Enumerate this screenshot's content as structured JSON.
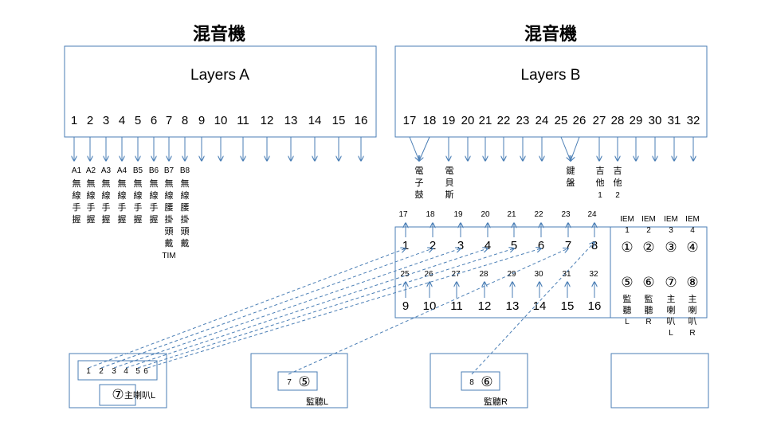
{
  "mixer_a": {
    "title": "混音機",
    "layer": "Layers A",
    "channels": [
      "1",
      "2",
      "3",
      "4",
      "5",
      "6",
      "7",
      "8",
      "9",
      "10",
      "11",
      "12",
      "13",
      "14",
      "15",
      "16"
    ],
    "outputs": [
      {
        "code": "A1",
        "lines": [
          "無",
          "線",
          "手",
          "握"
        ]
      },
      {
        "code": "A2",
        "lines": [
          "無",
          "線",
          "手",
          "握"
        ]
      },
      {
        "code": "A3",
        "lines": [
          "無",
          "線",
          "手",
          "握"
        ]
      },
      {
        "code": "A4",
        "lines": [
          "無",
          "線",
          "手",
          "握"
        ]
      },
      {
        "code": "B5",
        "lines": [
          "無",
          "線",
          "手",
          "握"
        ]
      },
      {
        "code": "B6",
        "lines": [
          "無",
          "線",
          "手",
          "握"
        ]
      },
      {
        "code": "B7",
        "lines": [
          "無",
          "線",
          "腰",
          "掛",
          "頭",
          "戴",
          "TIM"
        ]
      },
      {
        "code": "B8",
        "lines": [
          "無",
          "線",
          "腰",
          "掛",
          "頭",
          "戴"
        ]
      }
    ]
  },
  "mixer_b": {
    "title": "混音機",
    "layer": "Layers B",
    "channels": [
      "17",
      "18",
      "19",
      "20",
      "21",
      "22",
      "23",
      "24",
      "25",
      "26",
      "27",
      "28",
      "29",
      "30",
      "31",
      "32"
    ],
    "instruments": [
      {
        "lines": [
          "電",
          "子",
          "鼓"
        ]
      },
      {
        "lines": [
          "電",
          "貝",
          "斯"
        ]
      },
      {
        "lines": [
          "鍵",
          "盤"
        ]
      },
      {
        "lines": [
          "吉",
          "他",
          "1"
        ]
      },
      {
        "lines": [
          "吉",
          "他",
          "2"
        ]
      }
    ]
  },
  "stagebox": {
    "top_labels": [
      "17",
      "18",
      "19",
      "20",
      "21",
      "22",
      "23",
      "24"
    ],
    "top_inputs": [
      "1",
      "2",
      "3",
      "4",
      "5",
      "6",
      "7",
      "8"
    ],
    "bottom_labels": [
      "25",
      "26",
      "27",
      "28",
      "29",
      "30",
      "31",
      "32"
    ],
    "bottom_inputs": [
      "9",
      "10",
      "11",
      "12",
      "13",
      "14",
      "15",
      "16"
    ],
    "iem": [
      {
        "title": "IEM",
        "num": "1",
        "symbol": "①"
      },
      {
        "title": "IEM",
        "num": "2",
        "symbol": "②"
      },
      {
        "title": "IEM",
        "num": "3",
        "symbol": "③"
      },
      {
        "title": "IEM",
        "num": "4",
        "symbol": "④"
      }
    ],
    "outs": [
      {
        "symbol": "⑤",
        "lines": [
          "監",
          "聽",
          "L"
        ]
      },
      {
        "symbol": "⑥",
        "lines": [
          "監",
          "聽",
          "R"
        ]
      },
      {
        "symbol": "⑦",
        "lines": [
          "主",
          "喇",
          "叭",
          "L"
        ]
      },
      {
        "symbol": "⑧",
        "lines": [
          "主",
          "喇",
          "叭",
          "R"
        ]
      }
    ]
  },
  "stage": {
    "box1": {
      "channels": [
        "1",
        "2",
        "3",
        "4",
        "5",
        "6"
      ],
      "out_symbol": "⑦",
      "out_label": "主喇叭L"
    },
    "box2": {
      "channel": "7",
      "symbol": "⑤",
      "label": "監聽L"
    },
    "box3": {
      "channel": "8",
      "symbol": "⑥",
      "label": "監聽R"
    }
  },
  "colors": {
    "line": "#4a7eb5",
    "box": "#4a7eb5",
    "text": "#000000"
  }
}
